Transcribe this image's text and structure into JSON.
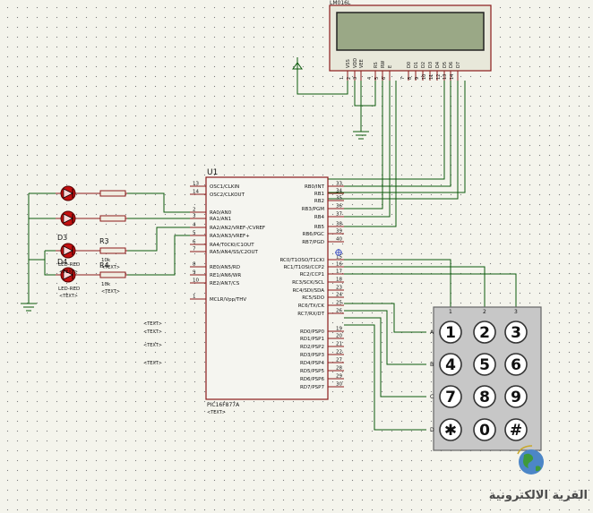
{
  "lcd": {
    "ref": "LM016L",
    "pins": [
      {
        "name": "VSS",
        "num": "1"
      },
      {
        "name": "VDD",
        "num": "2"
      },
      {
        "name": "VEE",
        "num": "3"
      },
      {
        "name": "RS",
        "num": "4"
      },
      {
        "name": "RW",
        "num": "5"
      },
      {
        "name": "E",
        "num": "6"
      },
      {
        "name": "D0",
        "num": "7"
      },
      {
        "name": "D1",
        "num": "8"
      },
      {
        "name": "D2",
        "num": "9"
      },
      {
        "name": "D3",
        "num": "10"
      },
      {
        "name": "D4",
        "num": "11"
      },
      {
        "name": "D5",
        "num": "12"
      },
      {
        "name": "D6",
        "num": "13"
      },
      {
        "name": "D7",
        "num": "14"
      }
    ]
  },
  "mcu": {
    "ref": "U1",
    "part": "PIC16F877A",
    "text": "<TEXT>",
    "left_pins": [
      {
        "num": "13",
        "name": "OSC1/CLKIN"
      },
      {
        "num": "14",
        "name": "OSC2/CLKOUT"
      },
      {
        "num": "2",
        "name": "RA0/AN0"
      },
      {
        "num": "3",
        "name": "RA1/AN1"
      },
      {
        "num": "4",
        "name": "RA2/AN2/VREF-/CVREF"
      },
      {
        "num": "5",
        "name": "RA3/AN3/VREF+"
      },
      {
        "num": "6",
        "name": "RA4/T0CKI/C1OUT"
      },
      {
        "num": "7",
        "name": "RA5/AN4/SS/C2OUT"
      },
      {
        "num": "8",
        "name": "RE0/AN5/RD"
      },
      {
        "num": "9",
        "name": "RE1/AN6/WR"
      },
      {
        "num": "10",
        "name": "RE2/AN7/CS"
      },
      {
        "num": "1",
        "name": "MCLR/Vpp/THV"
      }
    ],
    "right_pins": [
      {
        "num": "33",
        "name": "RB0/INT"
      },
      {
        "num": "34",
        "name": "RB1"
      },
      {
        "num": "35",
        "name": "RB2"
      },
      {
        "num": "36",
        "name": "RB3/PGM"
      },
      {
        "num": "37",
        "name": "RB4"
      },
      {
        "num": "38",
        "name": "RB5"
      },
      {
        "num": "39",
        "name": "RB6/PGC"
      },
      {
        "num": "40",
        "name": "RB7/PGD"
      },
      {
        "num": "15",
        "name": "RC0/T1OSO/T1CKI"
      },
      {
        "num": "16",
        "name": "RC1/T1OSI/CCP2"
      },
      {
        "num": "17",
        "name": "RC2/CCP1"
      },
      {
        "num": "18",
        "name": "RC3/SCK/SCL"
      },
      {
        "num": "23",
        "name": "RC4/SDI/SDA"
      },
      {
        "num": "24",
        "name": "RC5/SDO"
      },
      {
        "num": "25",
        "name": "RC6/TX/CK"
      },
      {
        "num": "26",
        "name": "RC7/RX/DT"
      },
      {
        "num": "19",
        "name": "RD0/PSP0"
      },
      {
        "num": "20",
        "name": "RD1/PSP1"
      },
      {
        "num": "21",
        "name": "RD2/PSP2"
      },
      {
        "num": "22",
        "name": "RD3/PSP3"
      },
      {
        "num": "27",
        "name": "RD4/PSP4"
      },
      {
        "num": "28",
        "name": "RD5/PSP5"
      },
      {
        "num": "29",
        "name": "RD6/PSP6"
      },
      {
        "num": "30",
        "name": "RD7/PSP7"
      }
    ]
  },
  "leds": [
    {
      "ref": "D3",
      "label": "LED-RED",
      "text": "<TEXT>"
    },
    {
      "ref": "D4",
      "label": "LED-RED",
      "text": "<TEXT>"
    }
  ],
  "resistors": [
    {
      "ref": "R3",
      "value": "10k",
      "text": "<TEXT>"
    },
    {
      "ref": "R4",
      "value": "10k",
      "text": "<TEXT>"
    }
  ],
  "loose_texts": [
    "<TEXT>",
    "<TEXT>",
    "<TEXT>",
    "<TEXT>"
  ],
  "keypad": {
    "cols": [
      "1",
      "2",
      "3"
    ],
    "rows": [
      "A",
      "B",
      "C",
      "D"
    ],
    "keys": [
      "1",
      "2",
      "3",
      "4",
      "5",
      "6",
      "7",
      "8",
      "9",
      "✱",
      "0",
      "#"
    ]
  },
  "watermark": "القرية الالكترونية",
  "colors": {
    "wire": "#0c5a0c",
    "component": "#8b1a1a",
    "lcd_screen": "#9aa886",
    "chip": "#f5f5f0",
    "keypad": "#c7c7c7"
  }
}
